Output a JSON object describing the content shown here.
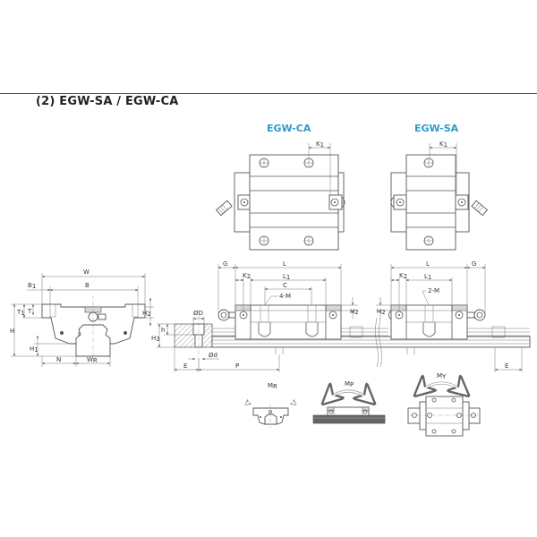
{
  "title": "(2) EGW-SA / EGW-CA",
  "views": {
    "ca_top": {
      "label": "EGW-CA",
      "dims": {
        "k1": "K",
        "k1_sub": "1"
      }
    },
    "sa_top": {
      "label": "EGW-SA",
      "dims": {
        "k1": "K",
        "k1_sub": "1"
      }
    },
    "end_view": {
      "dims": {
        "W": "W",
        "B": "B",
        "B1": "B",
        "B1_sub": "1",
        "T1": "T",
        "T1_sub": "1",
        "T": "T",
        "H": "H",
        "H1": "H",
        "H1_sub": "1",
        "H2": "H",
        "H2_sub": "2",
        "N": "N",
        "WR": "W",
        "WR_sub": "R"
      }
    },
    "rail_section": {
      "dims": {
        "D": "ØD",
        "d": "Ød",
        "h": "h",
        "H3": "H",
        "H3_sub": "3",
        "E": "E",
        "P": "P"
      }
    },
    "ca_side": {
      "dims": {
        "G": "G",
        "L": "L",
        "L1": "L",
        "L1_sub": "1",
        "K2": "K",
        "K2_sub": "2",
        "C": "C",
        "M": "4-M",
        "H2": "H",
        "H2_sub": "2"
      }
    },
    "sa_side": {
      "dims": {
        "G": "G",
        "L": "L",
        "L1": "L",
        "L1_sub": "1",
        "K2": "K",
        "K2_sub": "2",
        "M": "2-M",
        "H2": "H",
        "H2_sub": "2",
        "E": "E"
      }
    },
    "moments": [
      {
        "label": "M",
        "sub": "R"
      },
      {
        "label": "M",
        "sub": "P"
      },
      {
        "label": "M",
        "sub": "Y"
      }
    ]
  },
  "colors": {
    "accent_label": "#2e9bc9",
    "line": "#555555",
    "fill_gray": "#d8d8d8"
  }
}
